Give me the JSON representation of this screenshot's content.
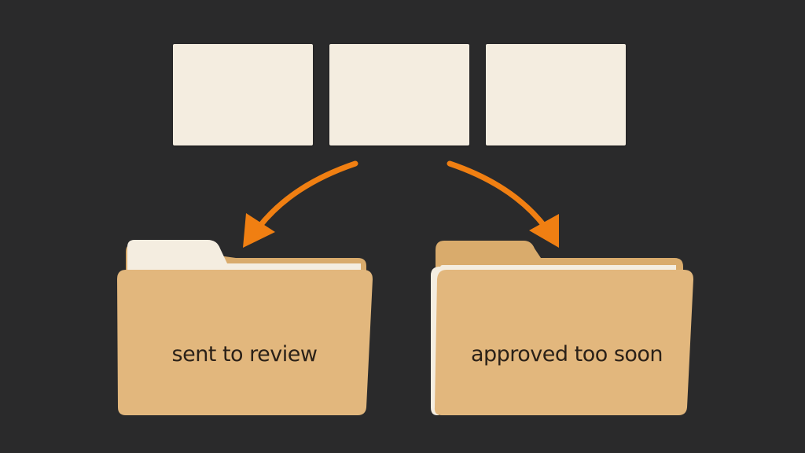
{
  "colors": {
    "background": "#2a2a2b",
    "card": "#f4ede0",
    "folder": "#e2b77d",
    "folder_back": "#d9ab6c",
    "arrow": "#f07f12"
  },
  "cards": [
    {
      "name": "document-card"
    },
    {
      "name": "document-card"
    },
    {
      "name": "document-card"
    }
  ],
  "folders": {
    "left": {
      "label": "sent to review"
    },
    "right": {
      "label": "approved too soon"
    }
  }
}
